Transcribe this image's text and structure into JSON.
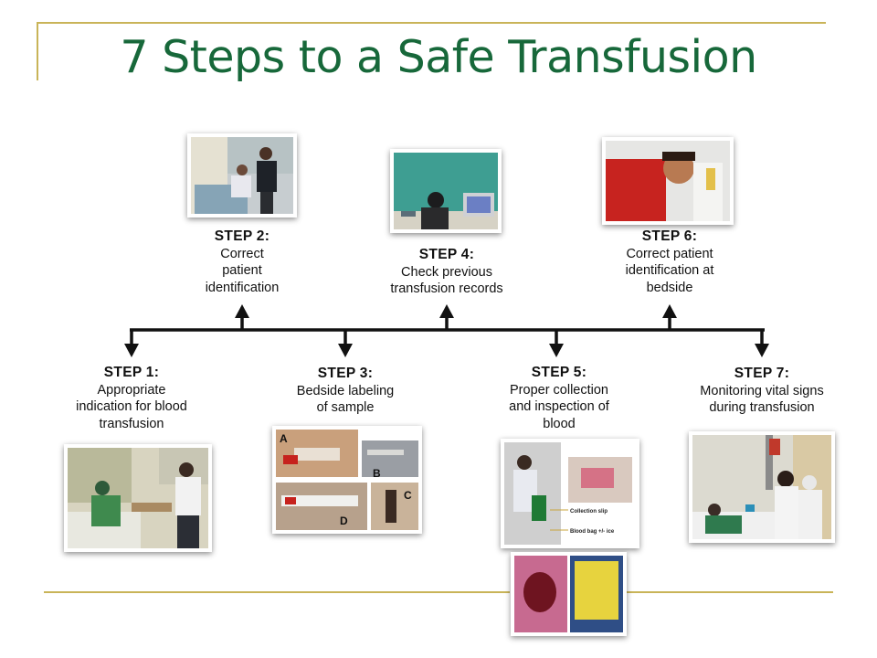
{
  "slide": {
    "title": "7 Steps to a Safe Transfusion",
    "accent_color": "#17683a",
    "line_color": "#c9b458"
  },
  "steps": [
    {
      "label": "STEP 1:",
      "desc": "Appropriate\nindication for blood\ntransfusion",
      "direction": "down"
    },
    {
      "label": "STEP 2:",
      "desc": "Correct\npatient\nidentification",
      "direction": "up"
    },
    {
      "label": "STEP 3:",
      "desc": "Bedside labeling\nof sample",
      "direction": "down"
    },
    {
      "label": "STEP 4:",
      "desc": "Check previous\ntransfusion records",
      "direction": "up"
    },
    {
      "label": "STEP 5:",
      "desc": "Proper collection\nand inspection of\nblood",
      "direction": "down"
    },
    {
      "label": "STEP 6:",
      "desc": "Correct patient\nidentification at\nbedside",
      "direction": "up"
    },
    {
      "label": "STEP 7:",
      "desc": "Monitoring vital signs\nduring transfusion",
      "direction": "down"
    }
  ],
  "photos": {
    "step3_letters": [
      "A",
      "B",
      "C",
      "D"
    ],
    "step5_callouts": [
      "Collection slip",
      "Blood bag +/- ice"
    ]
  }
}
